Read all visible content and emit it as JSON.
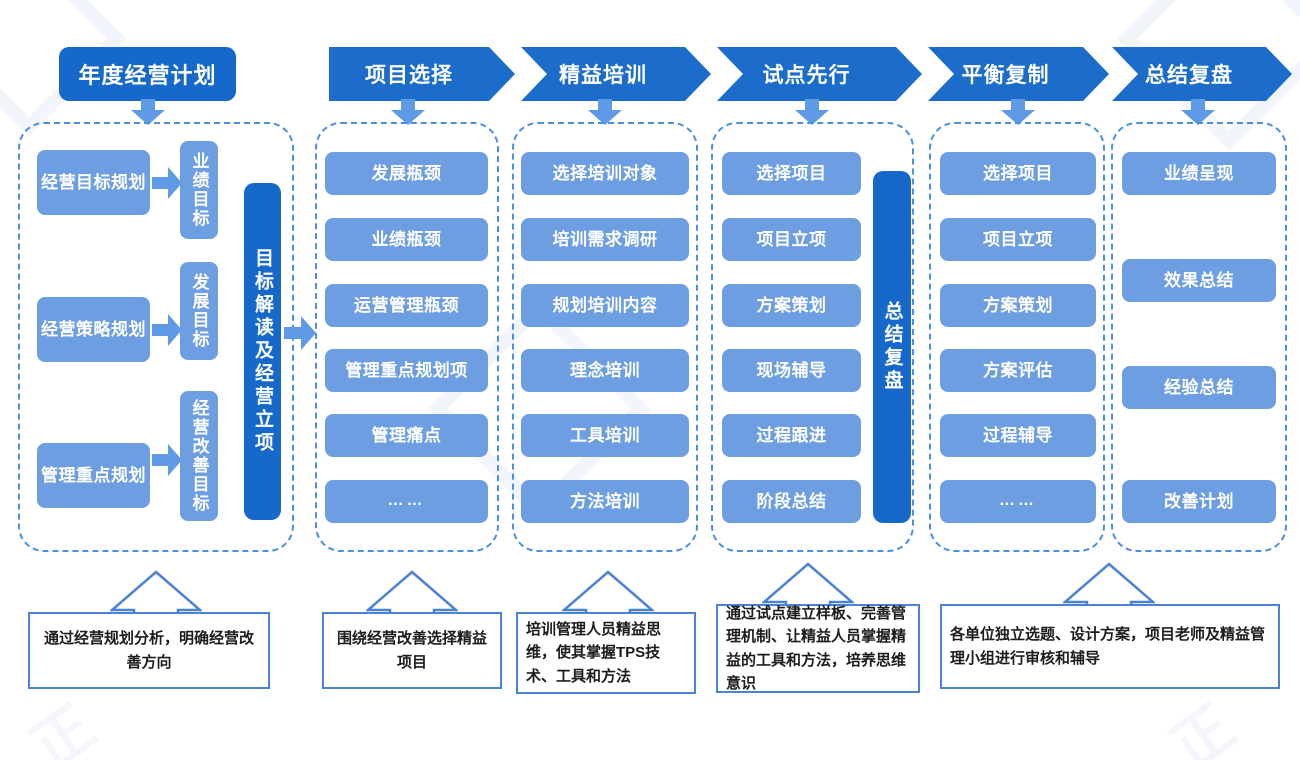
{
  "theme": {
    "dark_blue": "#1668ca",
    "mid_blue": "#1b6ccb",
    "light_blue": "#6d9ee2",
    "dashed_border": "#4a8fe0",
    "caption_border": "#4a82d6",
    "background": "#ffffff"
  },
  "header": {
    "plan_title": "年度经营计划",
    "stages": [
      {
        "label": "项目选择"
      },
      {
        "label": "精益培训"
      },
      {
        "label": "试点先行"
      },
      {
        "label": "平衡复制"
      },
      {
        "label": "总结复盘"
      }
    ]
  },
  "columns": [
    {
      "id": "planning",
      "planning_rows": [
        {
          "source": "经营目标规划",
          "target": "业绩目标"
        },
        {
          "source": "经营策略规划",
          "target": "发展目标"
        },
        {
          "source": "管理重点规划",
          "target": "经营改善目标"
        }
      ],
      "side_bar": "目标解读及经营立项"
    },
    {
      "id": "project-selection",
      "items": [
        "发展瓶颈",
        "业绩瓶颈",
        "运营管理瓶颈",
        "管理重点规划项",
        "管理痛点",
        "……"
      ]
    },
    {
      "id": "lean-training",
      "items": [
        "选择培训对象",
        "培训需求调研",
        "规划培训内容",
        "理念培训",
        "工具培训",
        "方法培训"
      ]
    },
    {
      "id": "pilot-first",
      "items": [
        "选择项目",
        "项目立项",
        "方案策划",
        "现场辅导",
        "过程跟进",
        "阶段总结"
      ],
      "side_bar": "总结复盘"
    },
    {
      "id": "balanced-replication",
      "items": [
        "选择项目",
        "项目立项",
        "方案策划",
        "方案评估",
        "过程辅导",
        "……"
      ]
    },
    {
      "id": "summary-review",
      "items": [
        "业绩呈现",
        "效果总结",
        "经验总结",
        "改善计划"
      ]
    }
  ],
  "captions": [
    {
      "id": "caption-planning",
      "text": "通过经营规划分析，明确经营改善方向"
    },
    {
      "id": "caption-project-selection",
      "text": "围绕经营改善选择精益项目"
    },
    {
      "id": "caption-lean-training",
      "text": "培训管理人员精益思维，使其掌握TPS技术、工具和方法"
    },
    {
      "id": "caption-pilot-first",
      "text": "通过试点建立样板、完善管理机制、让精益人员掌握精益的工具和方法，培养思维意识"
    },
    {
      "id": "caption-replication-summary",
      "text": "各单位独立选题、设计方案，项目老师及精益管理小组进行审核和辅导"
    }
  ]
}
